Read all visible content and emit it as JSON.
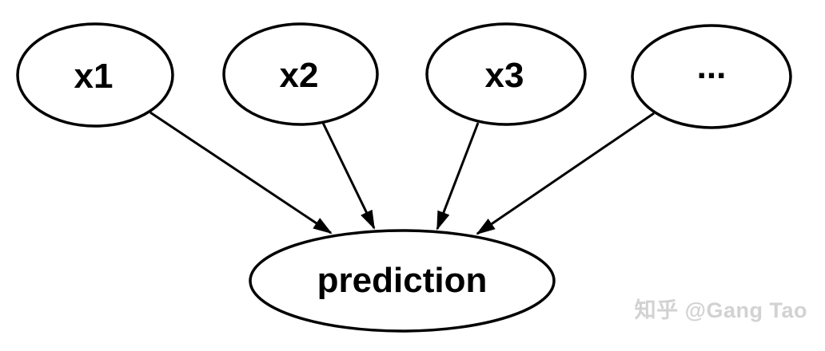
{
  "page": {
    "background": "#ffffff"
  },
  "diagram": {
    "type": "directed-graph",
    "description": "Feature input nodes with arrows converging on a prediction node",
    "nodes": [
      {
        "id": "x1",
        "label": "x1"
      },
      {
        "id": "x2",
        "label": "x2"
      },
      {
        "id": "x3",
        "label": "x3"
      },
      {
        "id": "ellipsis",
        "label": "..."
      },
      {
        "id": "prediction",
        "label": "prediction"
      }
    ],
    "edges": [
      {
        "from": "x1",
        "to": "prediction"
      },
      {
        "from": "x2",
        "to": "prediction"
      },
      {
        "from": "x3",
        "to": "prediction"
      },
      {
        "from": "ellipsis",
        "to": "prediction"
      }
    ],
    "colors": {
      "node_fill": "#ffffff",
      "node_stroke": "#000000",
      "edge": "#000000",
      "label": "#000000"
    }
  },
  "watermark": {
    "text": "知乎 @Gang Tao",
    "color": "#d2d2d2"
  }
}
